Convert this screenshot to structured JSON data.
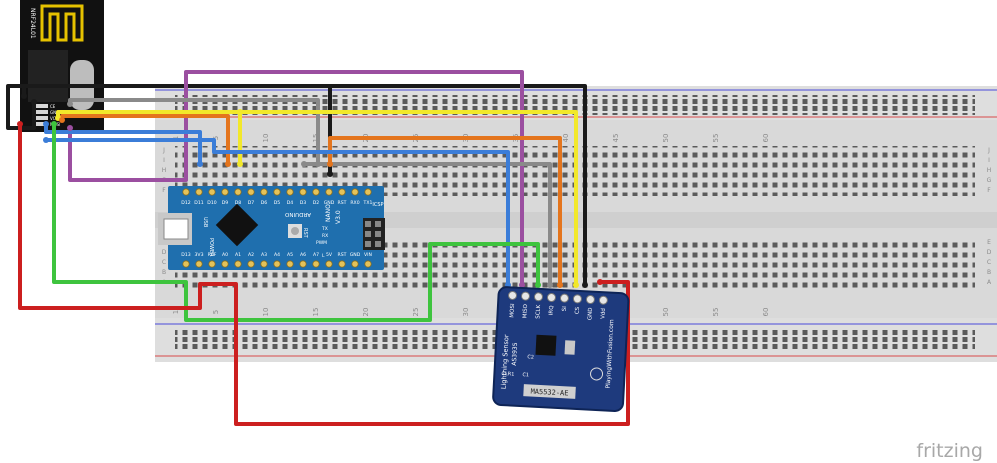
{
  "credit": "fritzing",
  "rf_module": {
    "chip": "NRF24L01",
    "pins": [
      "CE",
      "GND",
      "VCC",
      "MOSI"
    ]
  },
  "breadboard": {
    "col_numbers": [
      "1",
      "5",
      "10",
      "15",
      "20",
      "25",
      "30",
      "35",
      "40",
      "45",
      "50",
      "55",
      "60"
    ],
    "row_letters_top": [
      "J",
      "I",
      "H",
      "G",
      "F"
    ],
    "row_letters_bottom": [
      "E",
      "D",
      "C",
      "B",
      "A"
    ]
  },
  "arduino": {
    "brand": "ARDUINO",
    "model": "NANO",
    "version": "V3.0",
    "top_pins": [
      "D12",
      "D11",
      "D10",
      "D9",
      "D8",
      "D7",
      "D6",
      "D5",
      "D4",
      "D3",
      "D2",
      "GND",
      "RST",
      "RX0",
      "TX1"
    ],
    "bottom_pins": [
      "D13",
      "3V3",
      "REF",
      "A0",
      "A1",
      "A2",
      "A3",
      "A4",
      "A5",
      "A6",
      "A7",
      "5V",
      "RST",
      "GND",
      "VIN"
    ],
    "labels": {
      "usb": "USB",
      "power": "POWER",
      "rst": "RST",
      "icsp": "ICSP",
      "tx": "TX",
      "rx": "RX",
      "pwm": "PWM",
      "l": "L"
    }
  },
  "sensor": {
    "title": "Lightning Sensor",
    "chip": "AS3935",
    "url": "PlayingWithFusion.com",
    "crystal": "MA5532-AE",
    "pins": [
      "MOSI",
      "MISO",
      "SCLK",
      "IRQ",
      "SI",
      "CS",
      "GND",
      "Vdd"
    ],
    "parts": [
      "C2",
      "C1",
      "CLR1"
    ]
  },
  "wire_colors": {
    "black": "#1a1a1a",
    "purple": "#9b4fa0",
    "gray": "#8a8a8a",
    "yellow": "#f2e82b",
    "orange": "#e4751d",
    "blue": "#3b7dd8",
    "green": "#3ec43e",
    "red": "#cc1f1f"
  }
}
